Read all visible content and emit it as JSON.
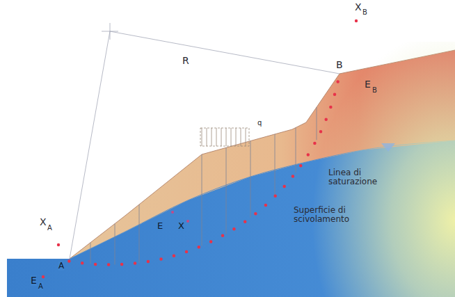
{
  "diagram": {
    "labels": [
      "X",
      "A",
      "R",
      "X",
      "B",
      "B",
      "E",
      "B",
      "q",
      "Linea di saturazione",
      "E",
      "X",
      "Superficie di scivolamento",
      "E",
      "A",
      "A"
    ]
  }
}
